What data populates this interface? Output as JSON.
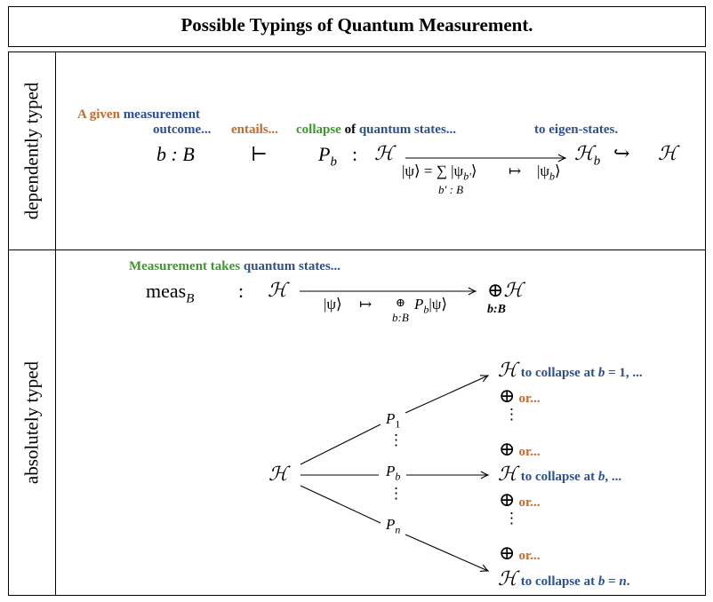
{
  "title": "Possible Typings of Quantum Measurement.",
  "row_labels": {
    "dependent": "dependently typed",
    "absolute": "absolutely typed"
  },
  "dependent": {
    "ann_a_given": "A given",
    "ann_measurement": "measurement",
    "ann_outcome": "outcome...",
    "ann_entails": "entails...",
    "ann_collapse": "collapse",
    "ann_of": "of",
    "ann_quantum_states": "quantum states...",
    "ann_to_eigen": "to eigen-states.",
    "b_colon_B": "b : B",
    "turnstile": "⊢",
    "P_b": "P",
    "P_b_sub": "b",
    "colon": ":",
    "H": "ℋ",
    "H_b": "ℋ",
    "H_b_sub": "b",
    "hookarrow": "↪",
    "H_target": "ℋ",
    "map_left": "|ψ⟩ = ∑ |ψ",
    "map_left_sub": "b′",
    "map_left_end": "⟩",
    "sum_index": "b′ : B",
    "mapsto": "↦",
    "map_right": "|ψ",
    "map_right_sub": "b",
    "map_right_end": "⟩"
  },
  "absolute": {
    "ann_measurement_takes": "Measurement takes",
    "ann_quantum_states": "quantum states...",
    "meas": "meas",
    "meas_sub": "B",
    "colon": ":",
    "H": "ℋ",
    "map_left": "|ψ⟩",
    "mapsto": "↦",
    "oplus_small": "⊕",
    "oplus_index": "b:B",
    "map_right": "P",
    "map_right_sub": "b",
    "map_right_end": "|ψ⟩",
    "target_oplus": "⊕",
    "target_H": "ℋ",
    "target_index": "b:B",
    "fan": {
      "source": "ℋ",
      "P1": "P",
      "P1_sub": "1",
      "Pb": "P",
      "Pb_sub": "b",
      "Pn": "P",
      "Pn_sub": "n",
      "vdots": "⋮",
      "oplus": "⊕",
      "or": "or...",
      "collapse_1_prefix": "to collapse at ",
      "collapse_1_var": "b",
      "collapse_1_suffix": " = 1, ...",
      "collapse_b_prefix": "to collapse at ",
      "collapse_b_var": "b",
      "collapse_b_suffix": ", ...",
      "collapse_n_prefix": "to collapse at ",
      "collapse_n_var": "b",
      "collapse_n_suffix": " = ",
      "collapse_n_end": "n",
      "collapse_n_dot": "."
    }
  },
  "colors": {
    "orange": "#c8682a",
    "blue": "#2b4f9e",
    "green": "#3a9a2a"
  }
}
